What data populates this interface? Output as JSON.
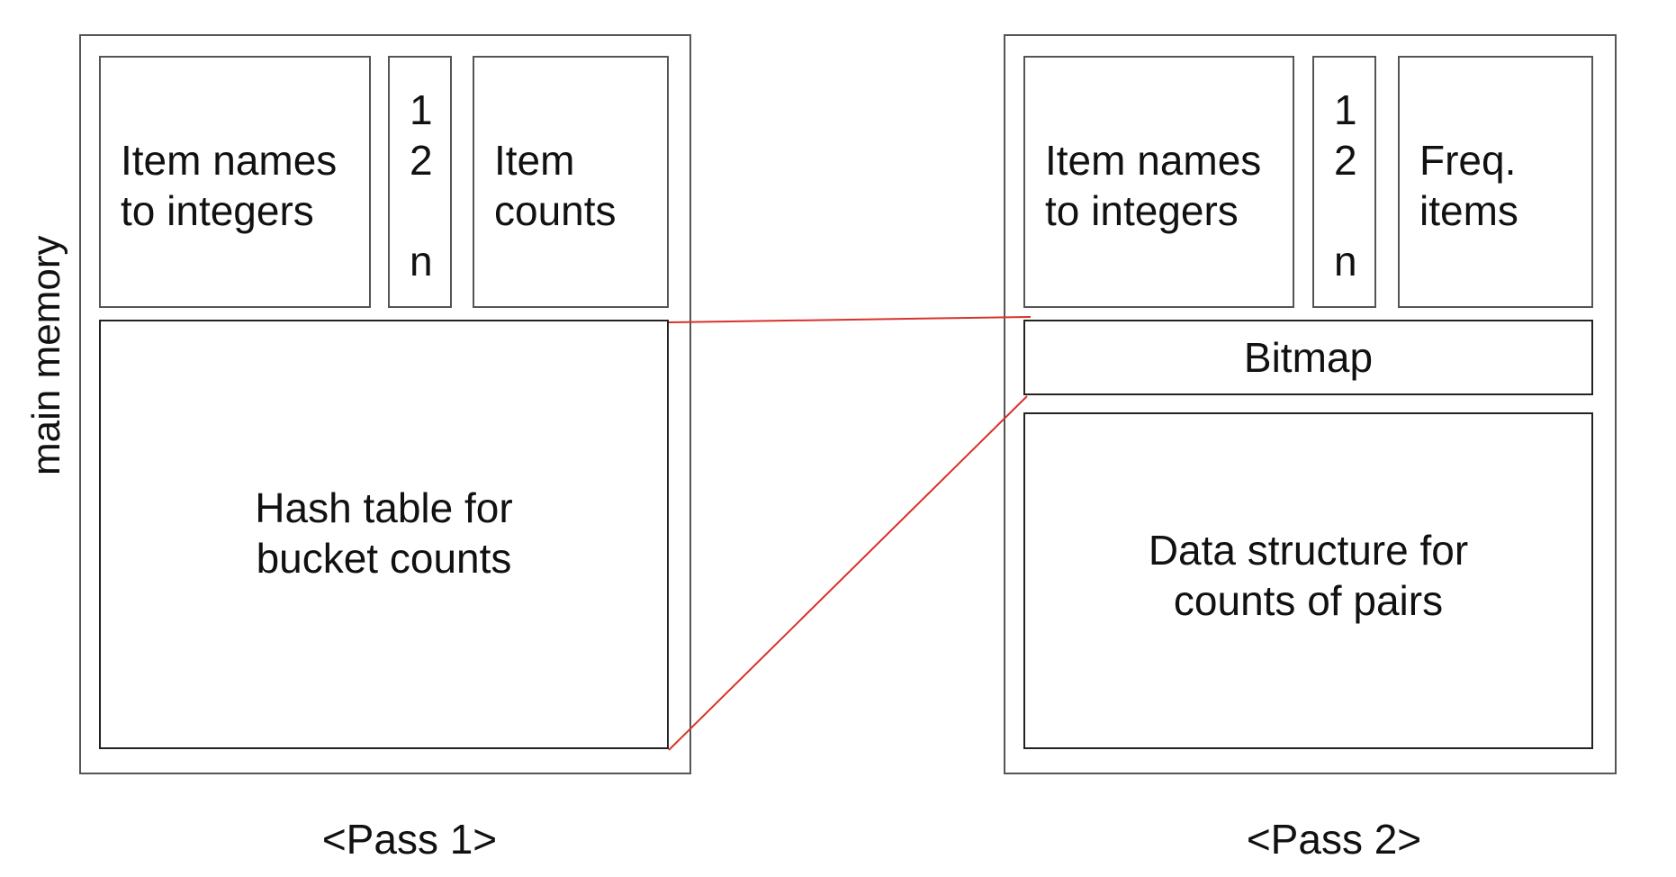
{
  "side_label": "main memory",
  "pass1": {
    "caption": "<Pass 1>",
    "item_names": "Item names\nto integers",
    "index": {
      "first": "1",
      "second": "2",
      "last": "n"
    },
    "item_counts": "Item\ncounts",
    "hash_table": "Hash table for\nbucket counts"
  },
  "pass2": {
    "caption": "<Pass 2>",
    "item_names": "Item names\nto integers",
    "index": {
      "first": "1",
      "second": "2",
      "last": "n"
    },
    "freq_items": "Freq.\nitems",
    "bitmap": "Bitmap",
    "pairs_structure": "Data structure for\ncounts of pairs"
  },
  "colors": {
    "connector": "#d8322a",
    "border": "#555555"
  }
}
